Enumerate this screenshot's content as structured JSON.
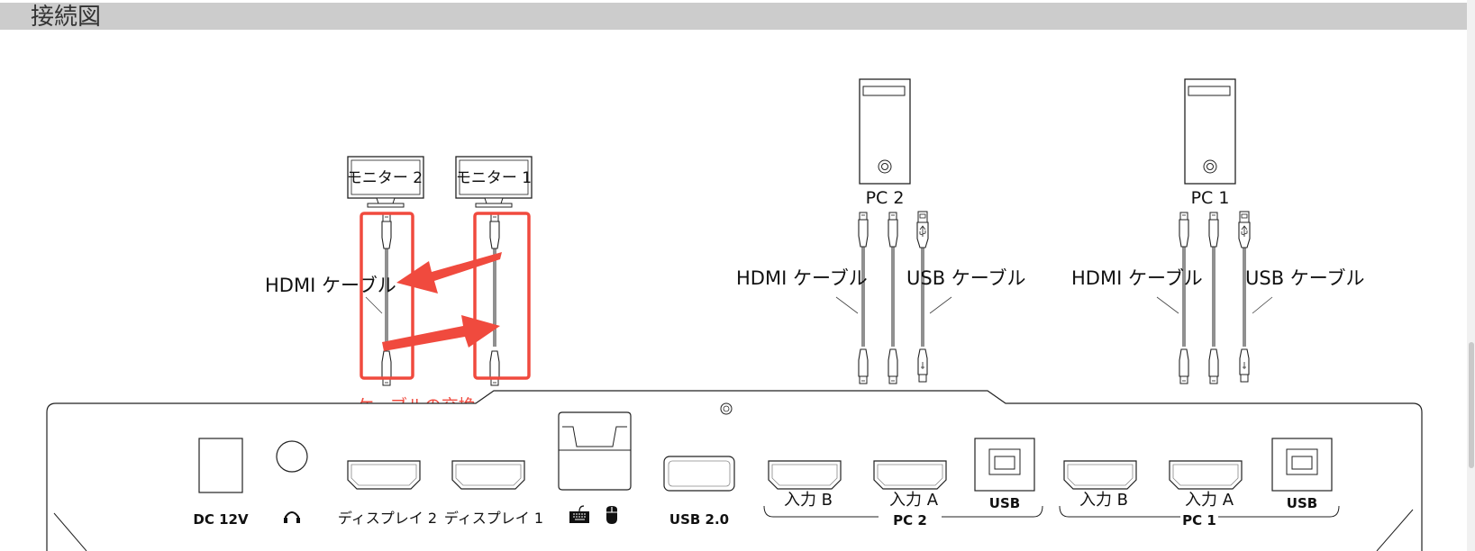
{
  "header": {
    "title": "接続図"
  },
  "monitors": [
    {
      "label": "モニター 2"
    },
    {
      "label": "モニター 1"
    }
  ],
  "pcs": [
    {
      "label": "PC 2"
    },
    {
      "label": "PC 1"
    }
  ],
  "cables": {
    "hdmi_label": "HDMI ケーブル",
    "usb_label": "USB ケーブル"
  },
  "annotation": {
    "text": "ケーブルの交換のみ",
    "color": "#f04a3e"
  },
  "kvm_ports": {
    "dc": "DC 12V",
    "display2": "ディスプレイ 2",
    "display1": "ディスプレイ 1",
    "usb20": "USB 2.0",
    "input_b": "入力 B",
    "input_a": "入力 A",
    "usb": "USB",
    "group_pc2": "PC 2",
    "group_pc1": "PC 1",
    "headphone_icon": "headphone-icon",
    "keyboard_icon": "keyboard-icon",
    "mouse_icon": "mouse-icon"
  }
}
